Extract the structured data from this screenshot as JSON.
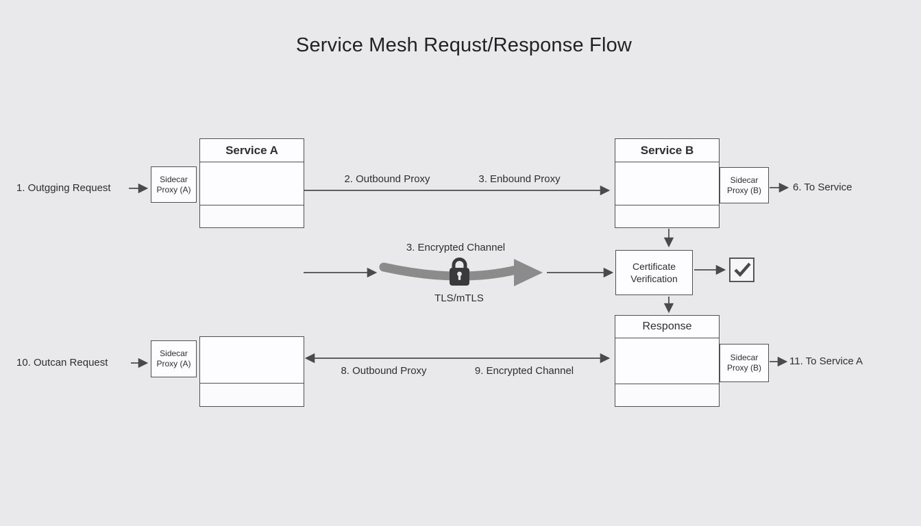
{
  "title": "Service Mesh Requst/Response Flow",
  "colors": {
    "background": "#e9e8ea",
    "box_fill": "#fdfcfe",
    "border": "#4f4f4f",
    "arrow": "#4a4a4a",
    "band": "#8b8b8b",
    "lock": "#3a3a3a"
  },
  "request_flow": {
    "outgoing_label": "1. Outgging Request",
    "sidecar_a_label": "Sidecar Proxy (A)",
    "service_a_title": "Service A",
    "outbound_proxy_label": "2. Outbound Proxy",
    "inbound_proxy_label": "3. Enbound Proxy",
    "service_b_title": "Service B",
    "sidecar_b_label": "Sidecar Proxy (B)",
    "to_service_label": "6. To Service"
  },
  "encryption": {
    "channel_label": "3. Encrypted Channel",
    "protocol_label": "TLS/mTLS",
    "certificate_box_label": "Certificate Verification",
    "checkmark_icon": "check"
  },
  "response_flow": {
    "response_title": "Response",
    "sidecar_b_label": "Sidecar Proxy (B)",
    "to_service_a_label": "11. To Service A",
    "outcan_label": "10. Outcan Request",
    "sidecar_a_label": "Sidecar Proxy (A)",
    "outbound_proxy_label": "8. Outbound Proxy",
    "encrypted_channel_label": "9. Encrypted Channel"
  }
}
